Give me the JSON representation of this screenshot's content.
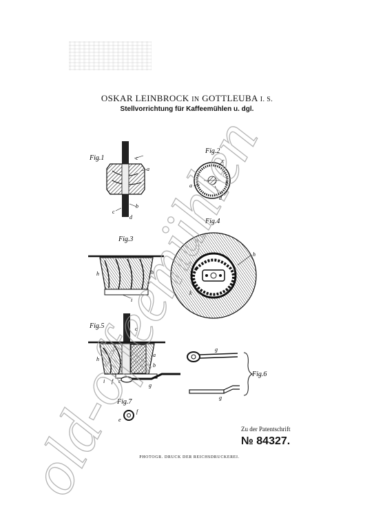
{
  "header": {
    "author_name": "OSKAR LEINBROCK",
    "author_in": "IN",
    "author_place": "GOTTLEUBA",
    "author_suffix": "I. S.",
    "subject": "Stellvorrichtung für Kaffeemühlen u. dgl."
  },
  "figures": {
    "fig1": "Fig.1",
    "fig2": "Fig.2",
    "fig3": "Fig.3",
    "fig4": "Fig.4",
    "fig5": "Fig.5",
    "fig6": "Fig.6",
    "fig7": "Fig.7"
  },
  "letters": {
    "a": "a",
    "b": "b",
    "c": "c",
    "d": "d",
    "e": "e",
    "f": "f",
    "g": "g",
    "h": "h",
    "i": "i"
  },
  "footer": {
    "patent_note": "Zu der Patentschrift",
    "patent_number": "№ 84327.",
    "printer": "PHOTOGR. DRUCK DER REICHSDRUCKEREI."
  },
  "watermark": {
    "text": "old-offeemühlen"
  }
}
